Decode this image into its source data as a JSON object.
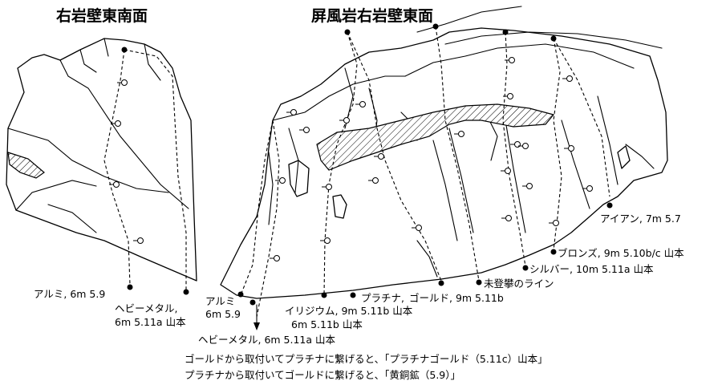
{
  "titles": {
    "left_face": "右岩壁東南面",
    "right_face": "屏風岩右岩壁東面"
  },
  "routes": {
    "r1": "アルミ, 6m  5.9",
    "r2a": "ヘビーメタル,",
    "r2b": "6m  5.11a 山本",
    "r3a": "アルミ",
    "r3b": "6m  5.9",
    "r4": "ヘビーメタル, 6m  5.11a 山本",
    "r5a": "イリジウム, 9m  5.11b 山本",
    "r5b": "6m  5.11b 山本",
    "r6": "プラチナ,",
    "r7": "ゴールド, 9m  5.11b",
    "r8": "未登攀のライン",
    "r9": "シルバー, 10m  5.11a 山本",
    "r10": "ブロンズ, 9m  5.10b/c 山本",
    "r11": "アイアン, 7m  5.7"
  },
  "notes": [
    "ゴールドから取付いてプラチナに繋げると、「プラチナゴールド（5.11c）山本」",
    "プラチナから取付いてゴールドに繋げると、「黄銅鉱（5.9）」"
  ]
}
